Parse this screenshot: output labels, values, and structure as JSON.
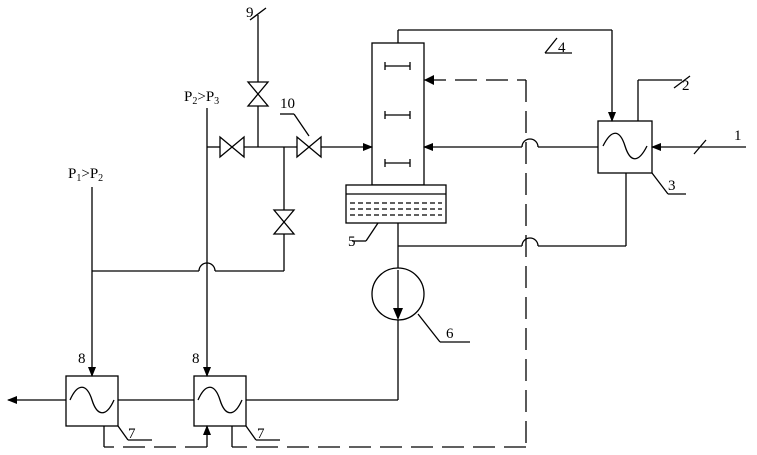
{
  "diagram": {
    "labels": {
      "n1": "1",
      "n2": "2",
      "n3": "3",
      "n4": "4",
      "n5": "5",
      "n6": "6",
      "n7a": "7",
      "n7b": "7",
      "n8a": "8",
      "n8b": "8",
      "n9": "9",
      "n10": "10"
    },
    "pressure_left": {
      "a": "P",
      "a_sub": "1",
      "rel": ">",
      "b": "P",
      "b_sub": "2"
    },
    "pressure_mid": {
      "a": "P",
      "a_sub": "2",
      "rel": ">",
      "b": "P",
      "b_sub": "3"
    }
  }
}
